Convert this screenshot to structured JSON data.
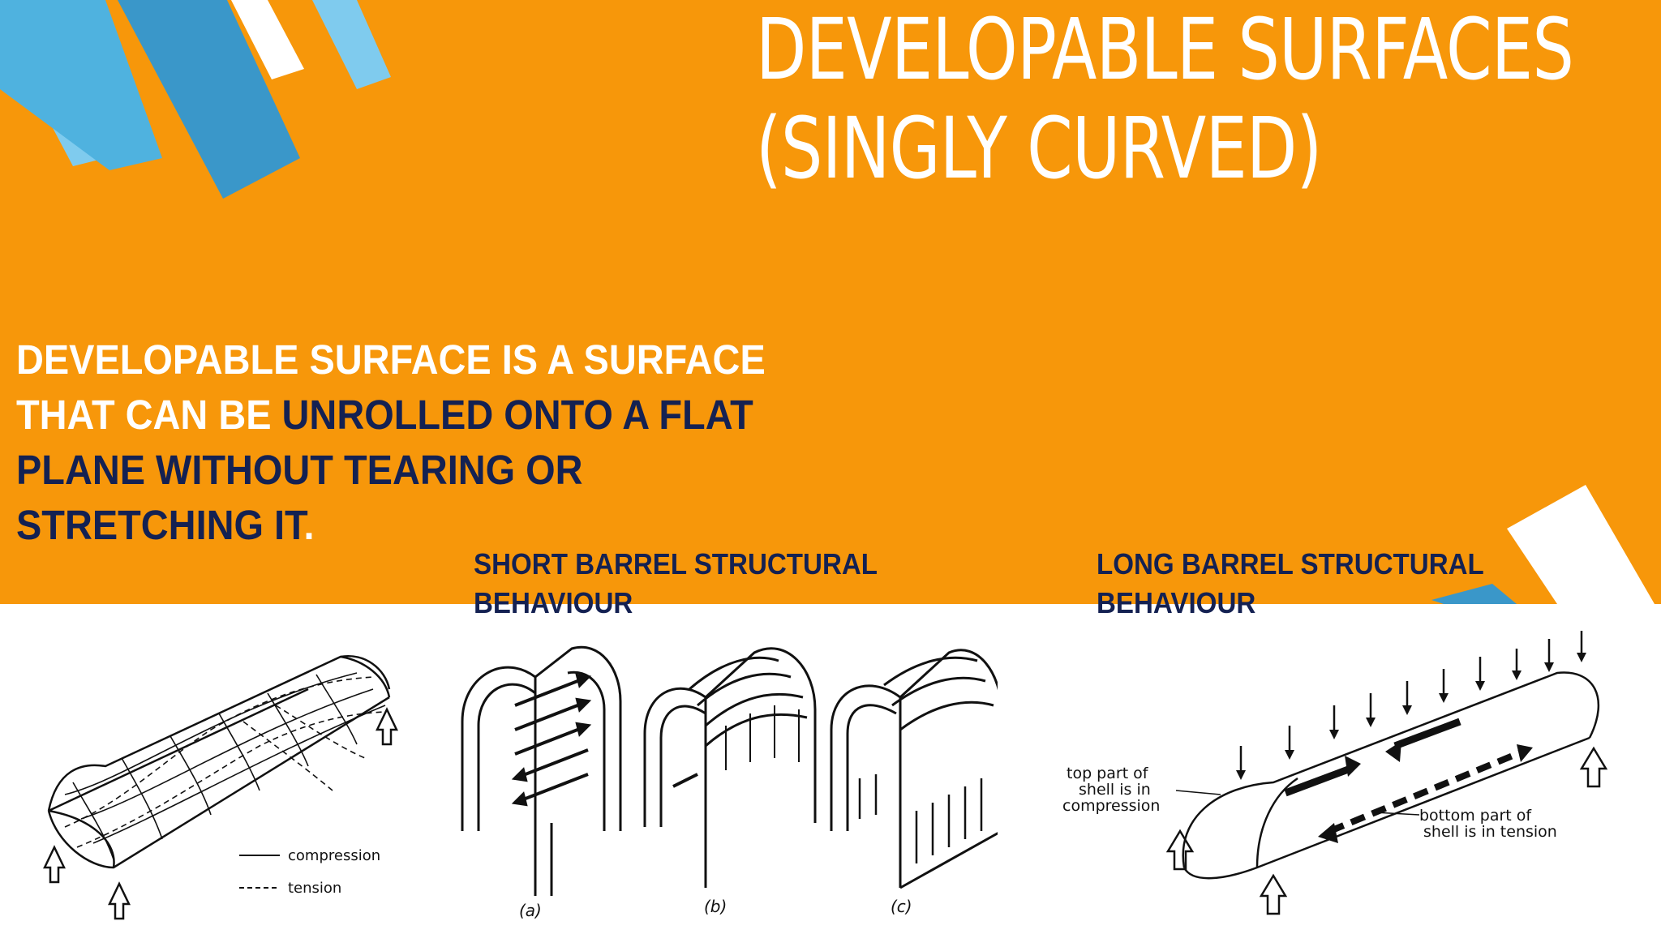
{
  "slide": {
    "title_line1": "DEVELOPABLE SURFACES",
    "title_line2": "(SINGLY CURVED)",
    "definition": {
      "part1": "DEVELOPABLE SURFACE IS A SURFACE THAT CAN BE ",
      "highlight": "UNROLLED ONTO A FLAT PLANE WITHOUT TEARING OR STRETCHING IT",
      "end": "."
    },
    "captions": {
      "short_barrel_line1": "SHORT BARREL STRUCTURAL",
      "short_barrel_line2": "BEHAVIOUR",
      "long_barrel_line1": "LONG BARREL STRUCTURAL",
      "long_barrel_line2": "BEHAVIOUR"
    }
  },
  "figures": {
    "stress_legend": {
      "compression": "compression",
      "tension": "tension"
    },
    "short_barrel_labels": [
      "(a)",
      "(b)",
      "(c)"
    ],
    "long_barrel_labels": {
      "top_line1": "top part of",
      "top_line2": "shell is in",
      "top_line3": "compression",
      "bottom_line1": "bottom  part of",
      "bottom_line2": "shell is in tension"
    }
  },
  "colors": {
    "orange": "#F7970A",
    "navy": "#142152",
    "blue_dark": "#3A97C9",
    "blue_mid": "#4FB2DF",
    "blue_light": "#7FCBEE",
    "white": "#FFFFFF"
  }
}
